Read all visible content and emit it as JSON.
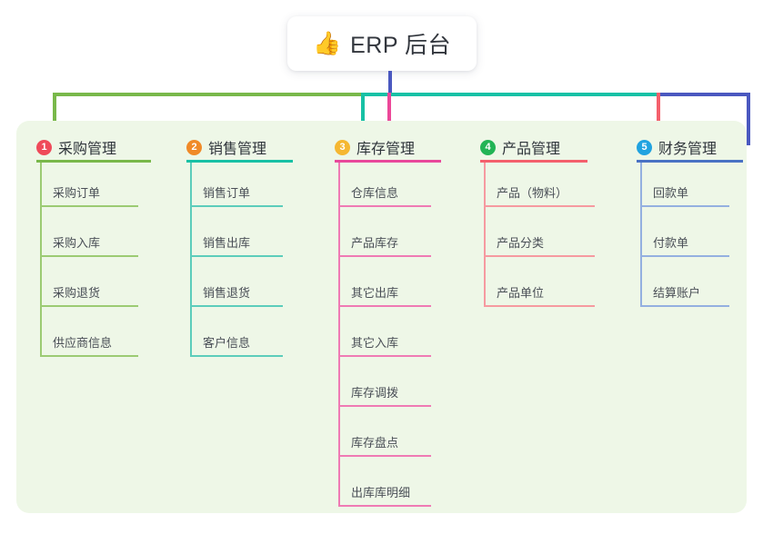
{
  "title": {
    "emoji": "👍",
    "emoji_name": "thumbs-up-icon",
    "text": "ERP 后台"
  },
  "panel": {
    "background": "#eef7e7"
  },
  "connectors": {
    "stem_color": "#4a58c0",
    "bar_segments": [
      "#79b84a",
      "#17c1a5",
      "#4a58c0"
    ],
    "drop_colors": [
      "#79b84a",
      "#17c1a5",
      "#ec4899",
      "#f4606c",
      "#4a58c0"
    ]
  },
  "columns": [
    {
      "index": "1",
      "label": "采购管理",
      "badge_color": "#ef4a5a",
      "line_color": "#79b84a",
      "leaf_color": "#9ccb73",
      "items": [
        {
          "label": "采购订单"
        },
        {
          "label": "采购入库"
        },
        {
          "label": "采购退货"
        },
        {
          "label": "供应商信息"
        }
      ]
    },
    {
      "index": "2",
      "label": "销售管理",
      "badge_color": "#f08a28",
      "line_color": "#17c1a5",
      "leaf_color": "#5ccdbb",
      "items": [
        {
          "label": "销售订单"
        },
        {
          "label": "销售出库"
        },
        {
          "label": "销售退货"
        },
        {
          "label": "客户信息"
        }
      ]
    },
    {
      "index": "3",
      "label": "库存管理",
      "badge_color": "#f5b731",
      "line_color": "#e8489b",
      "leaf_color": "#ef7ab4",
      "items": [
        {
          "label": "仓库信息"
        },
        {
          "label": "产品库存"
        },
        {
          "label": "其它出库"
        },
        {
          "label": "其它入库"
        },
        {
          "label": "库存调拨"
        },
        {
          "label": "库存盘点"
        },
        {
          "label": "出库库明细"
        }
      ]
    },
    {
      "index": "4",
      "label": "产品管理",
      "badge_color": "#22b455",
      "line_color": "#f4606c",
      "leaf_color": "#f69aa0",
      "items": [
        {
          "label": "产品（物料）"
        },
        {
          "label": "产品分类"
        },
        {
          "label": "产品单位"
        }
      ]
    },
    {
      "index": "5",
      "label": "财务管理",
      "badge_color": "#21a3e0",
      "line_color": "#4a72c4",
      "leaf_color": "#94b0e0",
      "items": [
        {
          "label": "回款单"
        },
        {
          "label": "付款单"
        },
        {
          "label": "结算账户"
        }
      ]
    }
  ]
}
